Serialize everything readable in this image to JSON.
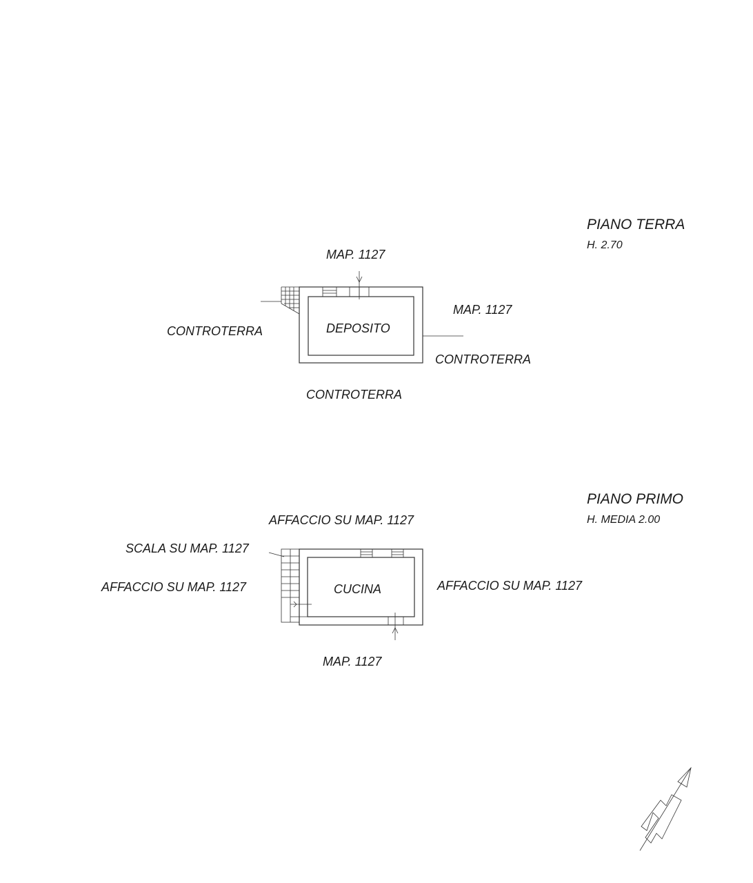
{
  "piano_terra": {
    "title": "PIANO TERRA",
    "height": "H. 2.70",
    "room": "DEPOSITO",
    "label_top": "MAP. 1127",
    "label_right": "MAP. 1127",
    "label_left": "CONTROTERRA",
    "label_right_below": "CONTROTERRA",
    "label_bottom": "CONTROTERRA"
  },
  "piano_primo": {
    "title": "PIANO PRIMO",
    "height": "H. MEDIA 2.00",
    "room": "CUCINA",
    "label_top": "AFFACCIO SU MAP. 1127",
    "label_stair": "SCALA SU MAP. 1127",
    "label_left": "AFFACCIO SU MAP. 1127",
    "label_right": "AFFACCIO SU MAP. 1127",
    "label_bottom": "MAP. 1127"
  },
  "north_arrow": {
    "icon": "north-arrow-icon"
  }
}
